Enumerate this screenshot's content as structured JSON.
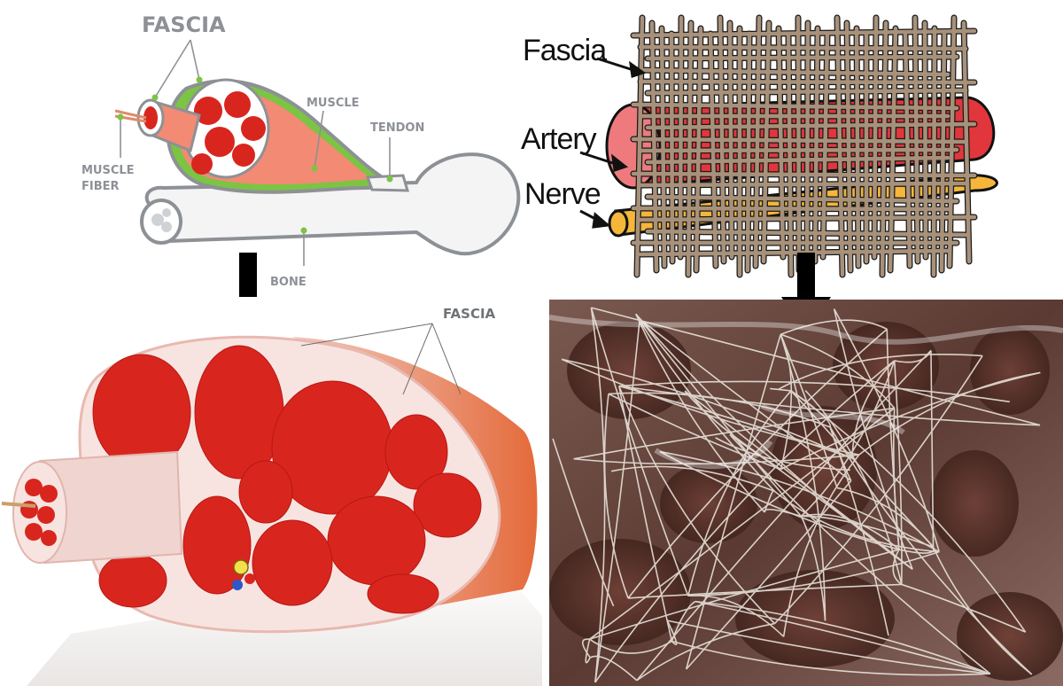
{
  "top_left": {
    "title": "FASCIA",
    "labels": {
      "muscle": "MUSCLE",
      "tendon": "TENDON",
      "muscle_fiber_line1": "MUSCLE",
      "muscle_fiber_line2": "FIBER",
      "bone": "BONE"
    }
  },
  "bottom_left": {
    "label": "FASCIA"
  },
  "top_right": {
    "labels": {
      "fascia": "Fascia",
      "artery": "Artery",
      "nerve": "Nerve"
    }
  },
  "colors": {
    "muscle_red": "#d8261e",
    "fascia_green": "#7cc443",
    "bone": "#f4f4f4",
    "artery_red": "#e0363c",
    "nerve_yellow": "#f5b63a",
    "fascia_fiber": "#a8917a",
    "label_gray": "#8d9196"
  }
}
